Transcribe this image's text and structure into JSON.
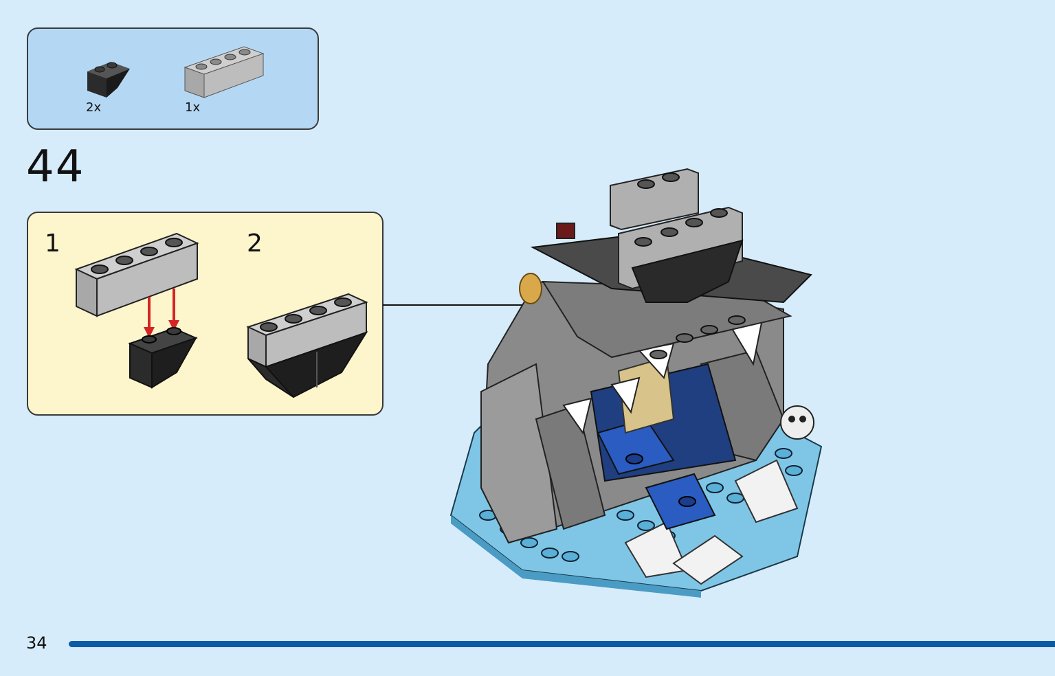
{
  "parts": [
    {
      "qty": "2x",
      "icon": "black-slope-brick-1x2-icon",
      "color": "#2b2b2b"
    },
    {
      "qty": "1x",
      "icon": "grey-brick-1x4-icon",
      "color": "#a8a8a8"
    }
  ],
  "step": {
    "number": "44"
  },
  "substeps": [
    {
      "number": "1"
    },
    {
      "number": "2"
    }
  ],
  "colors": {
    "background": "#d6ecfa",
    "parts_box": "#b4d8f4",
    "substep_box": "#fdf5cc",
    "arrow": "#d42424",
    "footer_bar": "#0a5aa6"
  },
  "footer": {
    "page_number": "34"
  }
}
